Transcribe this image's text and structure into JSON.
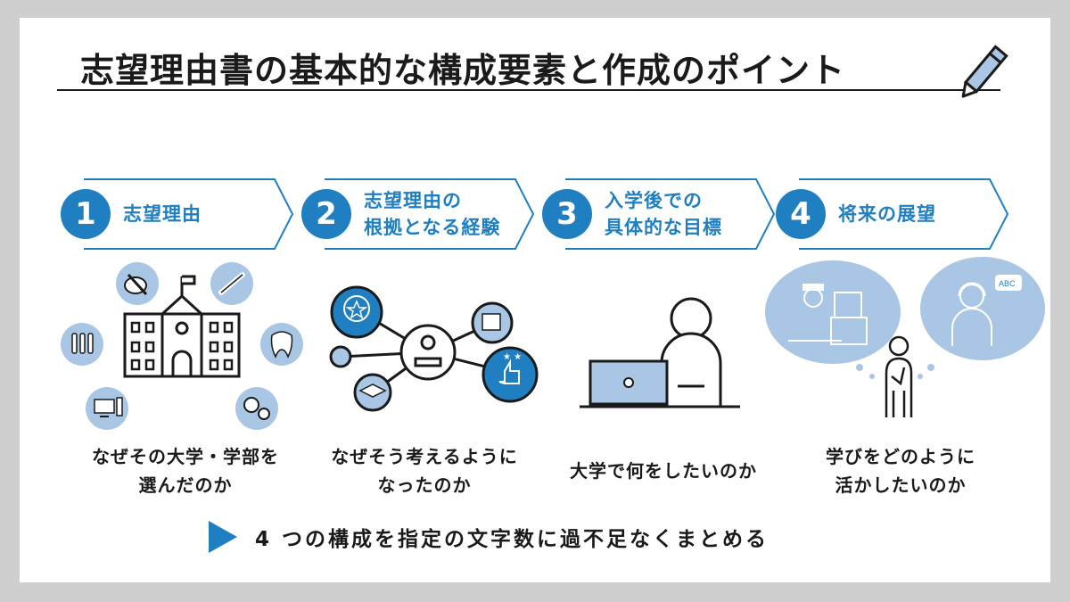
{
  "title": "志望理由書の基本的な構成要素と作成のポイント",
  "steps": [
    {
      "num": "1",
      "line1": "志望理由",
      "line2": ""
    },
    {
      "num": "2",
      "line1": "志望理由の",
      "line2": "根拠となる経験"
    },
    {
      "num": "3",
      "line1": "入学後での",
      "line2": "具体的な目標"
    },
    {
      "num": "4",
      "line1": "将来の展望",
      "line2": ""
    }
  ],
  "captions": [
    {
      "line1": "なぜその大学・学部を",
      "line2": "選んだのか"
    },
    {
      "line1": "なぜそう考えるように",
      "line2": "なったのか"
    },
    {
      "line1": "大学で何をしたいのか",
      "line2": ""
    },
    {
      "line1": "学びをどのように",
      "line2": "活かしたいのか"
    }
  ],
  "bubble_text": "ABC",
  "footer": "4 つの構成を指定の文字数に過不足なくまとめる",
  "colors": {
    "accent": "#1f7fc1",
    "light": "#a9c6e4",
    "ink": "#1a1a1a"
  },
  "icons": [
    "pencil-icon",
    "palette-icon",
    "brush-icon",
    "tooth-icon",
    "gears-icon",
    "computer-icon",
    "test-tubes-icon",
    "school-building-icon",
    "award-badge-icon",
    "calendar-icon",
    "thumbs-up-icon",
    "graduation-cap-icon",
    "person-icon",
    "laptop-user-icon",
    "cashier-icon",
    "interpreter-icon",
    "thinking-person-icon"
  ]
}
